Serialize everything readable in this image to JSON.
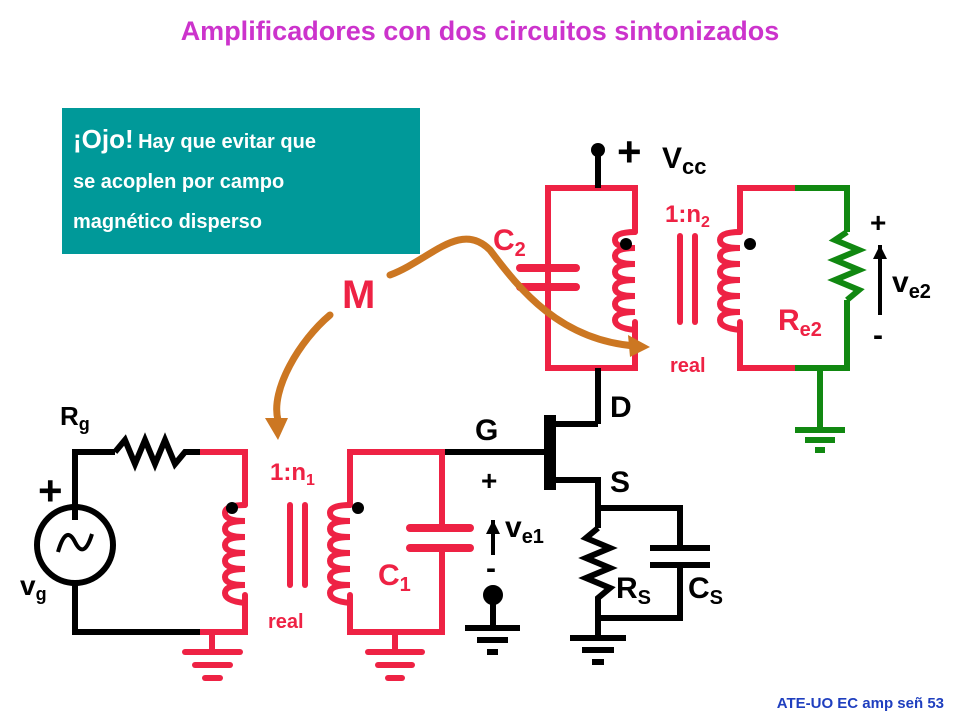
{
  "title": "Amplificadores con dos circuitos sintonizados",
  "note": {
    "line1_big": "¡Ojo!",
    "line1_small": "Hay que evitar que",
    "line2": "se acoplen por campo",
    "line3": "magnético disperso"
  },
  "footer": "ATE-UO EC amp señ 53",
  "labels": {
    "vcc_plus": "+",
    "vcc": "V",
    "vcc_sub": "cc",
    "c2": "C",
    "c2_sub": "2",
    "t2_ratio": "1:n",
    "t2_sub": "2",
    "re2": "R",
    "re2_sub": "e2",
    "ve2": "v",
    "ve2_sub": "e2",
    "ve2_plus": "+",
    "ve2_minus": "-",
    "real_top": "real",
    "mutual": "M",
    "drain": "D",
    "gate": "G",
    "source": "S",
    "rg": "R",
    "rg_sub": "g",
    "vg": "v",
    "vg_sub": "g",
    "vg_plus": "+",
    "t1_ratio": "1:n",
    "t1_sub": "1",
    "c1": "C",
    "c1_sub": "1",
    "real_bottom": "real",
    "ve1": "v",
    "ve1_sub": "e1",
    "ve1_plus": "+",
    "ve1_minus": "-",
    "rs": "R",
    "rs_sub": "S",
    "cs": "C",
    "cs_sub": "S"
  },
  "colors": {
    "title": "#cc33cc",
    "note_bg": "#009999",
    "tank": "#ee2244",
    "load": "#118811",
    "wire": "#000000",
    "arrow": "#cc7722",
    "footer": "#1f3fbf"
  }
}
